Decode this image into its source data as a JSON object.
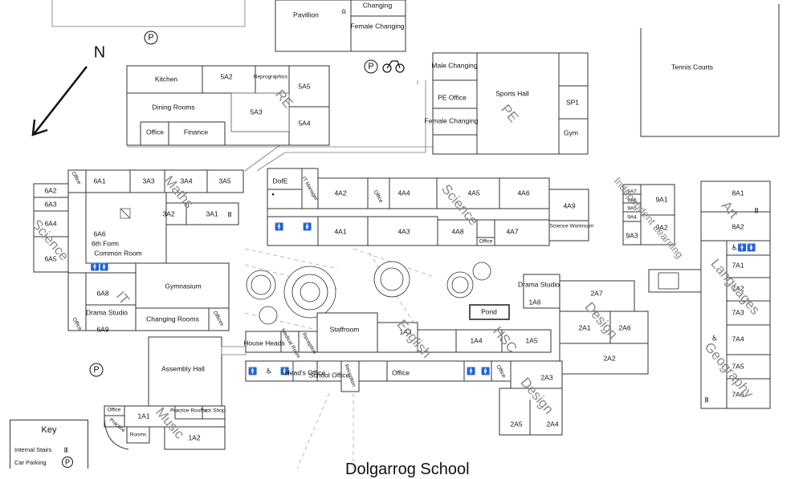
{
  "compass": {
    "label": "N"
  },
  "parking_symbol": "P",
  "key": {
    "title": "Key",
    "items": [
      {
        "label": "Internal Stairs",
        "icon": "stairs-icon",
        "glyph": "𝍫"
      },
      {
        "label": "Car Parking",
        "icon": "parking-icon",
        "glyph": "P"
      }
    ]
  },
  "school_name": "Dolgarrog School",
  "rooms": {
    "pavillion": "Pavillion",
    "changing_top": "Changing",
    "female_changing_top": "Female Changing",
    "tennis_courts": "Tennis Courts",
    "kitchen": "Kitchen",
    "r5a2": "5A2",
    "reprographics": "Reprographics",
    "r5a5": "5A5",
    "dining_rooms": "Dining Rooms",
    "r5a3": "5A3",
    "r5a4": "5A4",
    "office_5": "Office",
    "finance": "Finance",
    "male_changing": "Male Changing",
    "pe_office": "PE Office",
    "sports_hall": "Sports Hall",
    "sp1": "SP1",
    "female_changing": "Female Changing",
    "gym": "Gym",
    "office_6": "Office",
    "r6a1": "6A1",
    "r3a3": "3A3",
    "r3a4": "3A4",
    "r3a5": "3A5",
    "r6a2": "6A2",
    "r6a3": "6A3",
    "r6a4": "6A4",
    "r6a5": "6A5",
    "r3a2": "3A2",
    "r3a1": "3A1",
    "r6a6": "6A6",
    "sixth_form": "6th Form",
    "common_room": "Common Room",
    "dofe": "DofE",
    "it_manager": "IT Manager",
    "r4a2": "4A2",
    "office_4a": "Office",
    "r4a4": "4A4",
    "r4a5": "4A5",
    "r4a6": "4A6",
    "r4a9": "4A9",
    "r4a1": "4A1",
    "r4a3": "4A3",
    "r4a8": "4A8",
    "office_4b": "Office",
    "r4a7": "4A7",
    "pe_workroom": "Science Workroom",
    "r9a7": "9A7",
    "r9a6": "9A6",
    "r9a5": "9A5",
    "r9a4": "9A4",
    "r9a3": "9A3",
    "r9a1": "9A1",
    "r9a2": "9A2",
    "r8a1": "8A1",
    "r8a2": "8A2",
    "r7a1": "7A1",
    "r7a2": "7A2",
    "r7a3": "7A3",
    "r7a4": "7A4",
    "r7a5": "7A5",
    "r7a6": "7A6",
    "r6a8": "6A8",
    "drama_studio_6a9": "Drama Studio",
    "r6a9": "6A9",
    "office_it": "Office",
    "gymnasium": "Gymnasium",
    "changing_rooms": "Changing Rooms",
    "offices": "Offices",
    "assembly_hall": "Assembly Hall",
    "house_heads": "House Heads",
    "medical_room": "Medical Room",
    "reception_a": "Reception",
    "staffroom": "Staffroom",
    "r1a3": "1A3",
    "r1a4": "1A4",
    "r1a5": "1A5",
    "pond": "Pond",
    "drama_studio_1a6": "Drama Studio",
    "r1a6": "1A6",
    "r2a7": "2A7",
    "r2a1": "2A1",
    "r2a6": "2A6",
    "r2a2": "2A2",
    "r2a3": "2A3",
    "r2a5": "2A5",
    "r2a4": "2A4",
    "heads_office": "Head's Office",
    "school_office": "School Office",
    "reception_b": "Reception",
    "office_main": "Office",
    "office_hsc": "Office",
    "office_music": "Office",
    "practice": "Practice",
    "r1a1": "1A1",
    "practice_rooms": "Practice Rooms",
    "tuck_shop": "Tuck Shop",
    "rooms": "Rooms",
    "r1a2": "1A2"
  },
  "departments": {
    "re": "RE",
    "pe": "PE",
    "maths": "Maths",
    "science_left": "Science",
    "science_mid": "Science",
    "it": "IT",
    "english": "English",
    "hsc": "HSC",
    "design_mid": "Design",
    "design_low": "Design",
    "music": "Music",
    "independent_learning": "Independent Learning",
    "art": "Art",
    "languages": "Languages",
    "geography": "Geography"
  },
  "colors": {
    "line": "#333333",
    "department_text": "#8a8a8a"
  }
}
